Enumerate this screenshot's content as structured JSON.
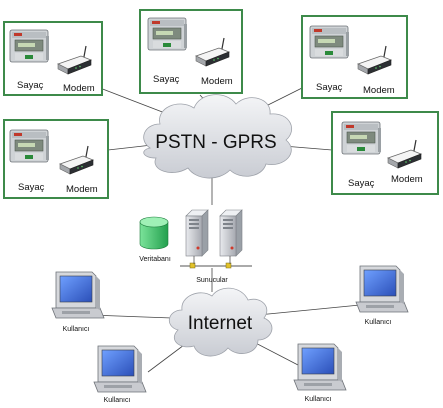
{
  "clouds": {
    "top": "PSTN - GPRS",
    "bottom": "Internet"
  },
  "sites": [
    {
      "meter": "Sayaç",
      "modem": "Modem"
    },
    {
      "meter": "Sayaç",
      "modem": "Modem"
    },
    {
      "meter": "Sayaç",
      "modem": "Modem"
    },
    {
      "meter": "Sayaç",
      "modem": "Modem"
    },
    {
      "meter": "Sayaç",
      "modem": "Modem"
    }
  ],
  "datacenter": {
    "database": "Veritabanı",
    "servers": "Sunucular"
  },
  "users": [
    "Kullanıcı",
    "Kullanıcı",
    "Kullanıcı",
    "Kullanıcı"
  ],
  "colors": {
    "box_border": "#3d8a4a",
    "cloud": "#e6e8ec",
    "database": "#3cbf6a",
    "server": "#c9ccd2",
    "monitor_screen": "#3d6fd1",
    "line": "#444444"
  }
}
